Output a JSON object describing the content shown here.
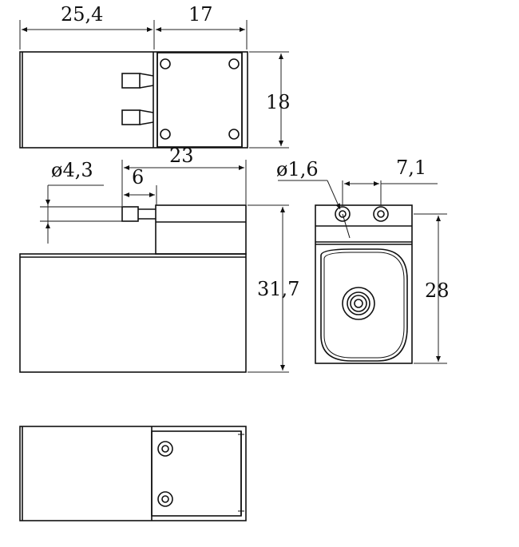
{
  "dimensions": {
    "top_length_left": "25,4",
    "top_length_right": "17",
    "top_height": "18",
    "side_length": "23",
    "port_diameter": "ø4,3",
    "port_offset": "6",
    "side_height": "31,7",
    "front_hole_diameter": "ø1,6",
    "front_hole_spacing": "7,1",
    "front_height": "28"
  }
}
